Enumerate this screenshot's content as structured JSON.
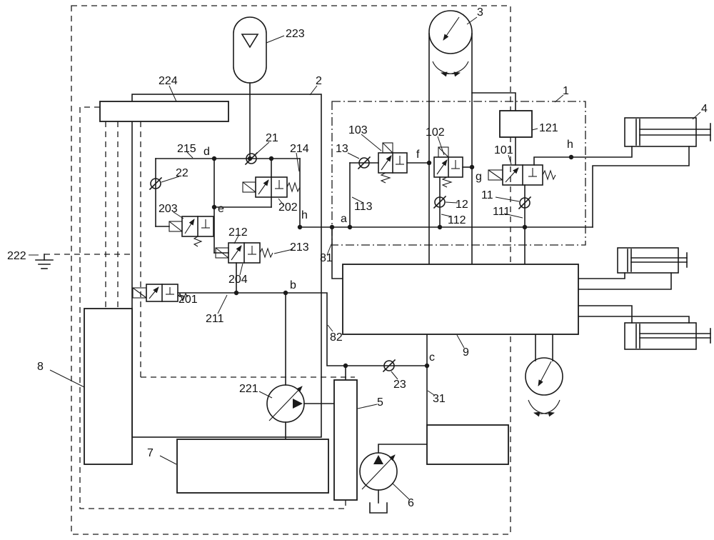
{
  "diagram": {
    "type": "hydraulic-circuit-schematic",
    "colors": {
      "line": "#1a1a1a",
      "background": "#ffffff"
    },
    "labels": {
      "n1": "1",
      "n2": "2",
      "n3": "3",
      "n4": "4",
      "n5": "5",
      "n6": "6",
      "n7": "7",
      "n8": "8",
      "n9": "9",
      "n11": "11",
      "n12": "12",
      "n13": "13",
      "n21": "21",
      "n22": "22",
      "n23": "23",
      "n31": "31",
      "n81": "81",
      "n82": "82",
      "n101": "101",
      "n102": "102",
      "n103": "103",
      "n111": "111",
      "n112": "112",
      "n113": "113",
      "n121": "121",
      "n201": "201",
      "n202": "202",
      "n203": "203",
      "n204": "204",
      "n211": "211",
      "n212": "212",
      "n213": "213",
      "n214": "214",
      "n215": "215",
      "n221": "221",
      "n222": "222",
      "n223": "223",
      "n224": "224",
      "pa": "a",
      "pb": "b",
      "pc": "c",
      "pd": "d",
      "pe": "e",
      "pf": "f",
      "pg": "g",
      "ph_top": "h",
      "ph_left": "h"
    }
  }
}
